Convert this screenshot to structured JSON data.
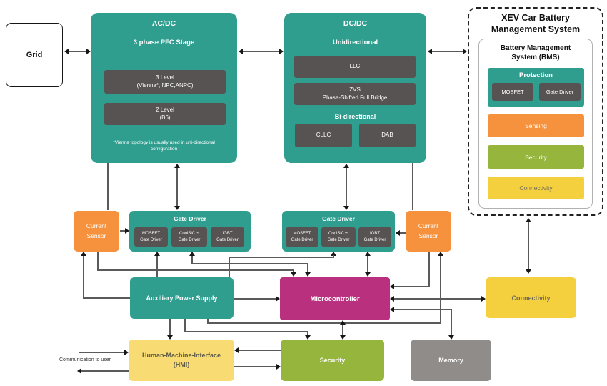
{
  "diagram": {
    "grid": {
      "label": "Grid"
    },
    "acdc": {
      "title": "AC/DC",
      "subtitle": "3 phase PFC Stage",
      "level3": {
        "line1": "3 Level",
        "line2": "(Vienna*, NPC,ANPC)"
      },
      "level2": {
        "line1": "2 Level",
        "line2": "(B6)"
      },
      "footnote": "*Vienna topology is usually used in uni-directional configuration"
    },
    "dcdc": {
      "title": "DC/DC",
      "subtitle": "Unidirectional",
      "llc": "LLC",
      "zvs": {
        "line1": "ZVS",
        "line2": "Phase-Shifted Full Bridge"
      },
      "bidirectional": "Bi-directional",
      "cllc": "CLLC",
      "dab": "DAB"
    },
    "xev": {
      "title1": "XEV Car Battery",
      "title2": "Management System",
      "bms": {
        "title1": "Battery Management",
        "title2": "System (BMS)",
        "protection": "Protection",
        "mosfet": "MOSFET",
        "gate_driver": "Gate Driver",
        "sensing": "Sensing",
        "security": "Security",
        "connectivity": "Connectivity"
      }
    },
    "current_sensor": {
      "line1": "Current",
      "line2": "Sensor"
    },
    "gate_driver": {
      "title": "Gate Driver",
      "items": [
        {
          "line1": "MOSFET",
          "line2": "Gate Driver"
        },
        {
          "line1": "CoolSiC™",
          "line2": "Gate Driver"
        },
        {
          "line1": "IGBT",
          "line2": "Gate Driver"
        }
      ]
    },
    "aux": {
      "label": "Auxiliary Power Supply"
    },
    "mcu": {
      "label": "Microcontroller"
    },
    "connectivity": {
      "label": "Connectivity"
    },
    "hmi": {
      "line1": "Human-Machine-Interface",
      "line2": "(HMI)"
    },
    "security": {
      "label": "Security"
    },
    "memory": {
      "label": "Memory"
    },
    "comm": {
      "label": "Communication to user"
    }
  },
  "colors": {
    "teal": "#2f9e8f",
    "dark_gray": "#575352",
    "orange": "#f6913d",
    "green": "#95b53c",
    "yellow": "#f5d03e",
    "light_yellow": "#f8dc73",
    "magenta": "#b9307f",
    "memory_gray": "#908c8a",
    "line": "#5a5a5b",
    "text_dark": "#161616"
  }
}
